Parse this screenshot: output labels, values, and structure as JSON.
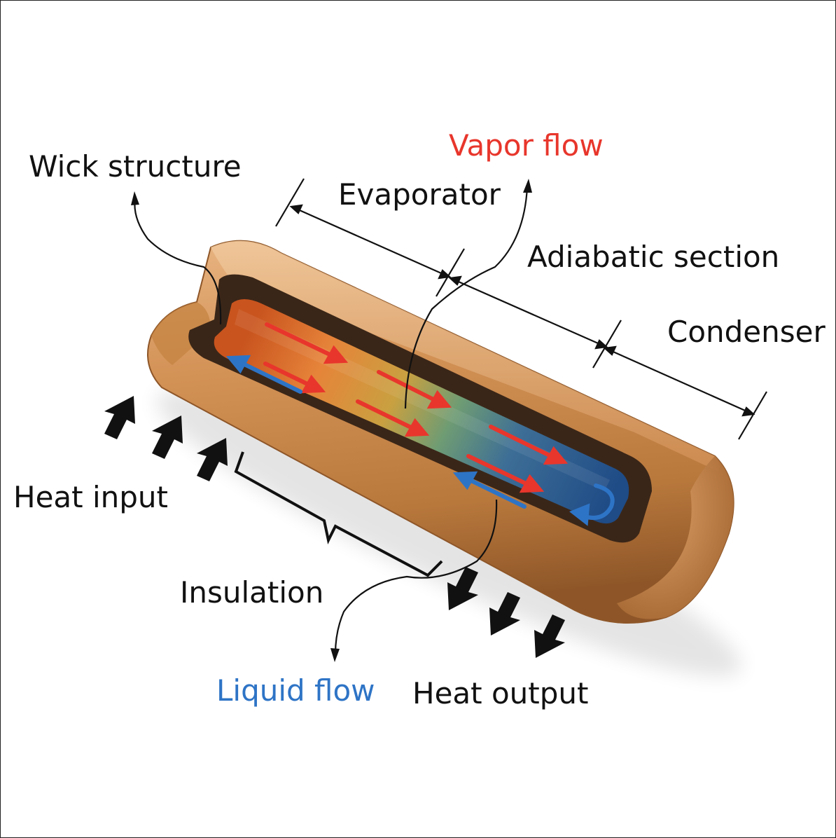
{
  "labels": {
    "wick_structure": "Wick structure",
    "vapor_flow": "Vapor flow",
    "evaporator": "Evaporator",
    "adiabatic_section": "Adiabatic section",
    "condenser": "Condenser",
    "heat_input": "Heat input",
    "insulation": "Insulation",
    "liquid_flow": "Liquid flow",
    "heat_output": "Heat output"
  },
  "colors": {
    "vapor": "#e8362c",
    "liquid": "#2e74c6",
    "copper": "#c98544",
    "wick": "#3a2618",
    "text": "#111111"
  }
}
